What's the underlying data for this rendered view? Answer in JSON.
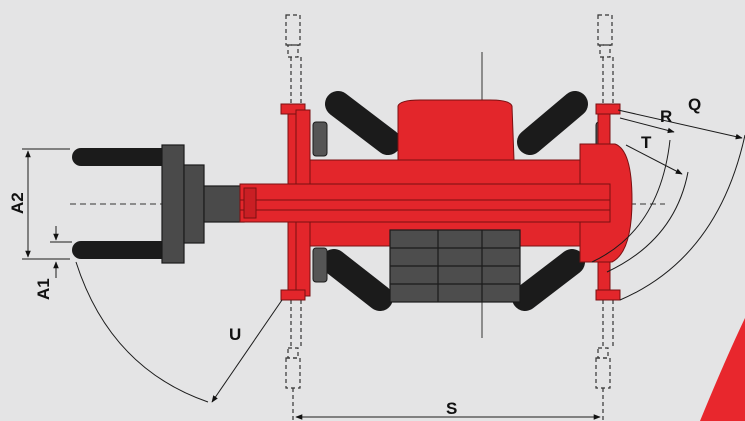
{
  "labels": {
    "Q": "Q",
    "R": "R",
    "T": "T",
    "U": "U",
    "S": "S",
    "A1": "A1",
    "A2": "A2"
  },
  "colors": {
    "background": "#e4e4e5",
    "machine_red": "#e3262b",
    "tyre_black": "#1b1b1b",
    "fork_grey": "#4a4a4a",
    "accent_red": "#e8272d"
  }
}
